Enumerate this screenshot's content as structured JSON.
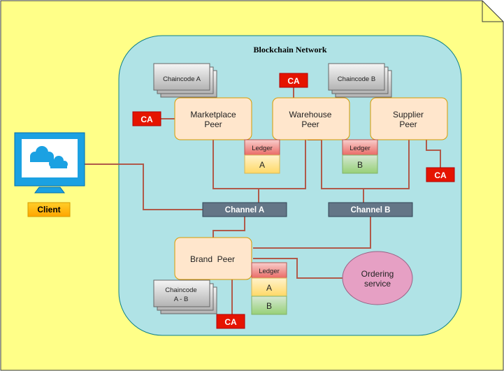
{
  "title": "Blockchain Network",
  "client": {
    "label": "Client"
  },
  "peers": {
    "marketplace": {
      "line1": "Marketplace",
      "line2": "Peer"
    },
    "warehouse": {
      "line1": "Warehouse",
      "line2": "Peer"
    },
    "supplier": {
      "line1": "Supplier",
      "line2": "Peer"
    },
    "brand": {
      "line1": "Brand  Peer"
    }
  },
  "chaincodes": {
    "a": {
      "line1": "Chaincode A"
    },
    "b": {
      "line1": "Chaincode B"
    },
    "ab": {
      "line1": "Chaincode",
      "line2": "A - B"
    }
  },
  "ca_label": "CA",
  "ledger_label": "Ledger",
  "ledger_a": "A",
  "ledger_b": "B",
  "channels": {
    "a": "Channel A",
    "b": "Channel B"
  },
  "ordering": {
    "line1": "Ordering",
    "line2": "service"
  },
  "colors": {
    "page": "#ffff88",
    "network": "#b0e3e6",
    "peer": "#ffe6cc",
    "ca": "#e51400",
    "channel": "#647687",
    "ledger_header": "#f8cecc",
    "ledger_a": "#fff2cc",
    "ledger_b": "#d5e8d4",
    "ordering": "#e6a0c4",
    "connector": "#b05a4a",
    "monitor": "#1ba1e2",
    "client_label": "#ffcd28"
  }
}
